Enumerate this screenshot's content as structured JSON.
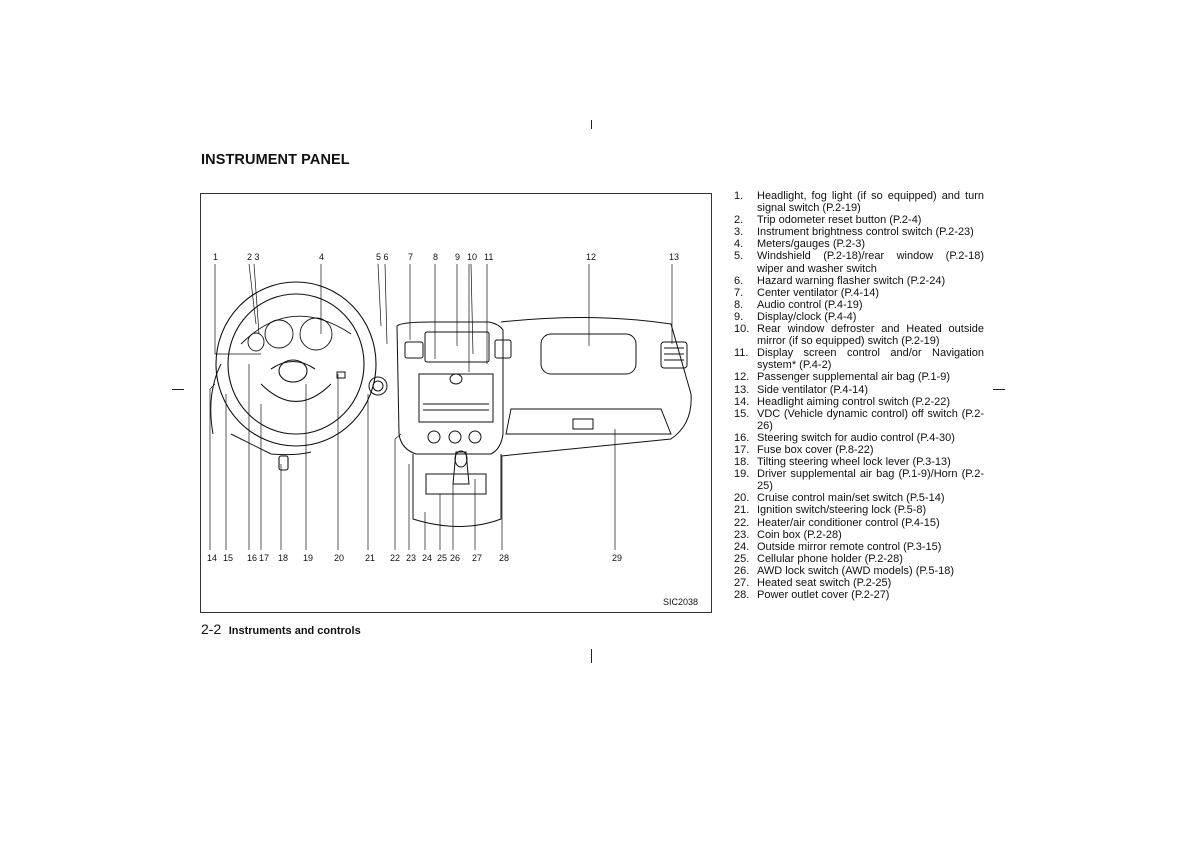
{
  "page": {
    "heading": "INSTRUMENT PANEL",
    "page_number": "2-2",
    "section_name": "Instruments and controls"
  },
  "figure": {
    "code": "SIC2038",
    "top_callouts": [
      "1",
      "2 3",
      "4",
      "5 6",
      "7",
      "8",
      "9",
      "10",
      "11",
      "12",
      "13"
    ],
    "bottom_callouts": [
      "14",
      "15",
      "16",
      "17",
      "18",
      "19",
      "20",
      "21",
      "22",
      "23",
      "24",
      "25",
      "26",
      "27",
      "28",
      "29"
    ]
  },
  "legend": [
    {
      "n": "1.",
      "text": "Headlight, fog light (if so equipped) and turn signal switch (P.2-19)"
    },
    {
      "n": "2.",
      "text": "Trip odometer reset button (P.2-4)"
    },
    {
      "n": "3.",
      "text": "Instrument brightness control switch (P.2-23)"
    },
    {
      "n": "4.",
      "text": "Meters/gauges (P.2-3)"
    },
    {
      "n": "5.",
      "text": "Windshield (P.2-18)/rear window (P.2-18) wiper and washer switch"
    },
    {
      "n": "6.",
      "text": "Hazard warning flasher switch (P.2-24)"
    },
    {
      "n": "7.",
      "text": "Center ventilator (P.4-14)"
    },
    {
      "n": "8.",
      "text": "Audio control (P.4-19)"
    },
    {
      "n": "9.",
      "text": "Display/clock (P.4-4)"
    },
    {
      "n": "10.",
      "text": "Rear window defroster and Heated outside mirror (if so equipped) switch (P.2-19)"
    },
    {
      "n": "11.",
      "text": "Display screen control and/or Navigation system* (P.4-2)"
    },
    {
      "n": "12.",
      "text": "Passenger supplemental air bag (P.1-9)"
    },
    {
      "n": "13.",
      "text": "Side ventilator (P.4-14)"
    },
    {
      "n": "14.",
      "text": "Headlight aiming control switch (P.2-22)"
    },
    {
      "n": "15.",
      "text": "VDC (Vehicle dynamic control) off switch (P.2-26)"
    },
    {
      "n": "16.",
      "text": "Steering switch for audio control (P.4-30)"
    },
    {
      "n": "17.",
      "text": "Fuse box cover (P.8-22)"
    },
    {
      "n": "18.",
      "text": "Tilting steering wheel lock lever (P.3-13)"
    },
    {
      "n": "19.",
      "text": "Driver supplemental air bag (P.1-9)/Horn (P.2-25)"
    },
    {
      "n": "20.",
      "text": "Cruise control main/set switch (P.5-14)"
    },
    {
      "n": "21.",
      "text": "Ignition switch/steering lock (P.5-8)"
    },
    {
      "n": "22.",
      "text": "Heater/air conditioner control (P.4-15)"
    },
    {
      "n": "23.",
      "text": "Coin box (P.2-28)"
    },
    {
      "n": "24.",
      "text": "Outside mirror remote control (P.3-15)"
    },
    {
      "n": "25.",
      "text": "Cellular phone holder (P.2-28)"
    },
    {
      "n": "26.",
      "text": "AWD lock switch (AWD models) (P.5-18)"
    },
    {
      "n": "27.",
      "text": "Heated seat switch (P.2-25)"
    },
    {
      "n": "28.",
      "text": "Power outlet cover (P.2-27)"
    }
  ]
}
